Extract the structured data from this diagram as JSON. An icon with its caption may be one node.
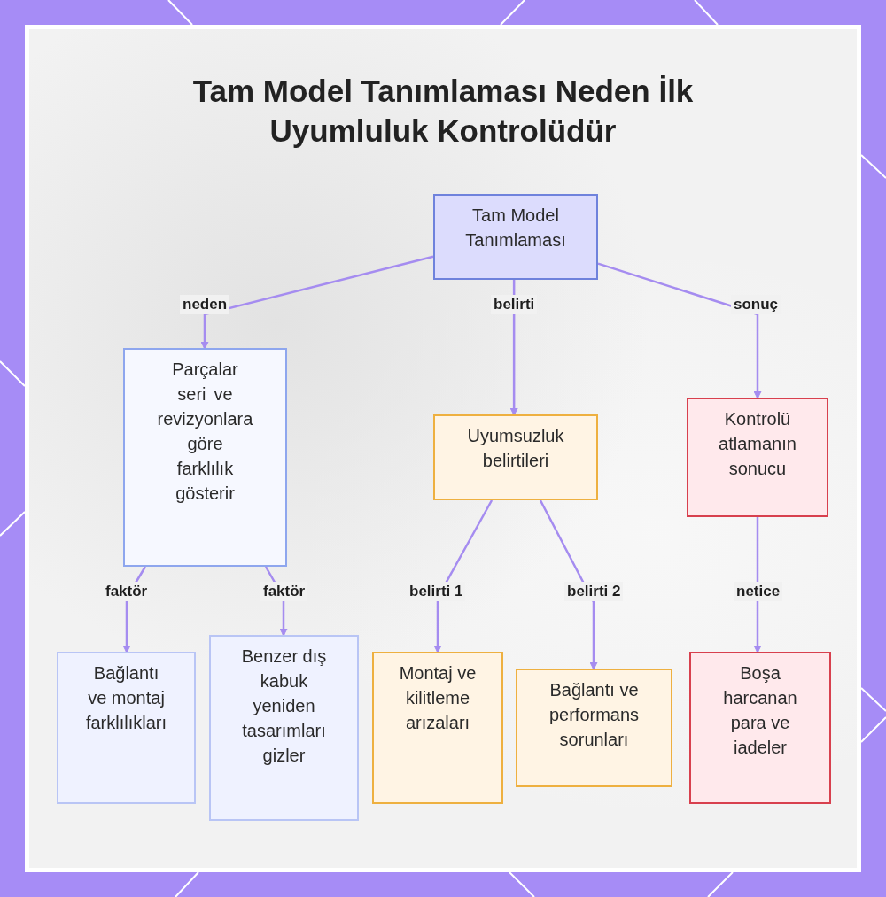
{
  "diagram": {
    "title": "Tam Model Tanımlaması Neden İlk Uyumluluk Kontrolüdür",
    "nodes": [
      {
        "text": [
          "Tam Model Tanımlaması"
        ]
      },
      {
        "text": [
          "Parçalar seri ve revizyonlara göre farklılık gösterir"
        ]
      },
      {
        "text": [
          "Uyumsuzluk belirtileri"
        ]
      },
      {
        "text": [
          "Kontrolü atlamanın sonucu"
        ]
      },
      {
        "text": [
          "Bağlantı ve montaj farklılıkları"
        ]
      },
      {
        "text": [
          "Benzer dış kabuk yeniden tasarımları gizler"
        ]
      },
      {
        "text": [
          "Montaj ve kilitleme arızaları"
        ]
      },
      {
        "text": [
          "Bağlantı ve performans sorunları"
        ]
      },
      {
        "text": [
          "Boşa harcanan para ve iadeler"
        ]
      }
    ],
    "edges": [
      {
        "from": 0,
        "to": 1,
        "arrow": "to",
        "label": "neden"
      },
      {
        "from": 0,
        "to": 2,
        "arrow": "to",
        "label": "belirti"
      },
      {
        "from": 0,
        "to": 3,
        "arrow": "to",
        "label": "sonuç"
      },
      {
        "from": 1,
        "to": 4,
        "arrow": "to",
        "label": "faktör"
      },
      {
        "from": 1,
        "to": 5,
        "arrow": "to",
        "label": "faktör"
      },
      {
        "from": 2,
        "to": 6,
        "arrow": "to",
        "label": "belirti 1"
      },
      {
        "from": 2,
        "to": 7,
        "arrow": "to",
        "label": "belirti 2"
      },
      {
        "from": 3,
        "to": 8,
        "arrow": "to",
        "label": "netice"
      }
    ]
  }
}
